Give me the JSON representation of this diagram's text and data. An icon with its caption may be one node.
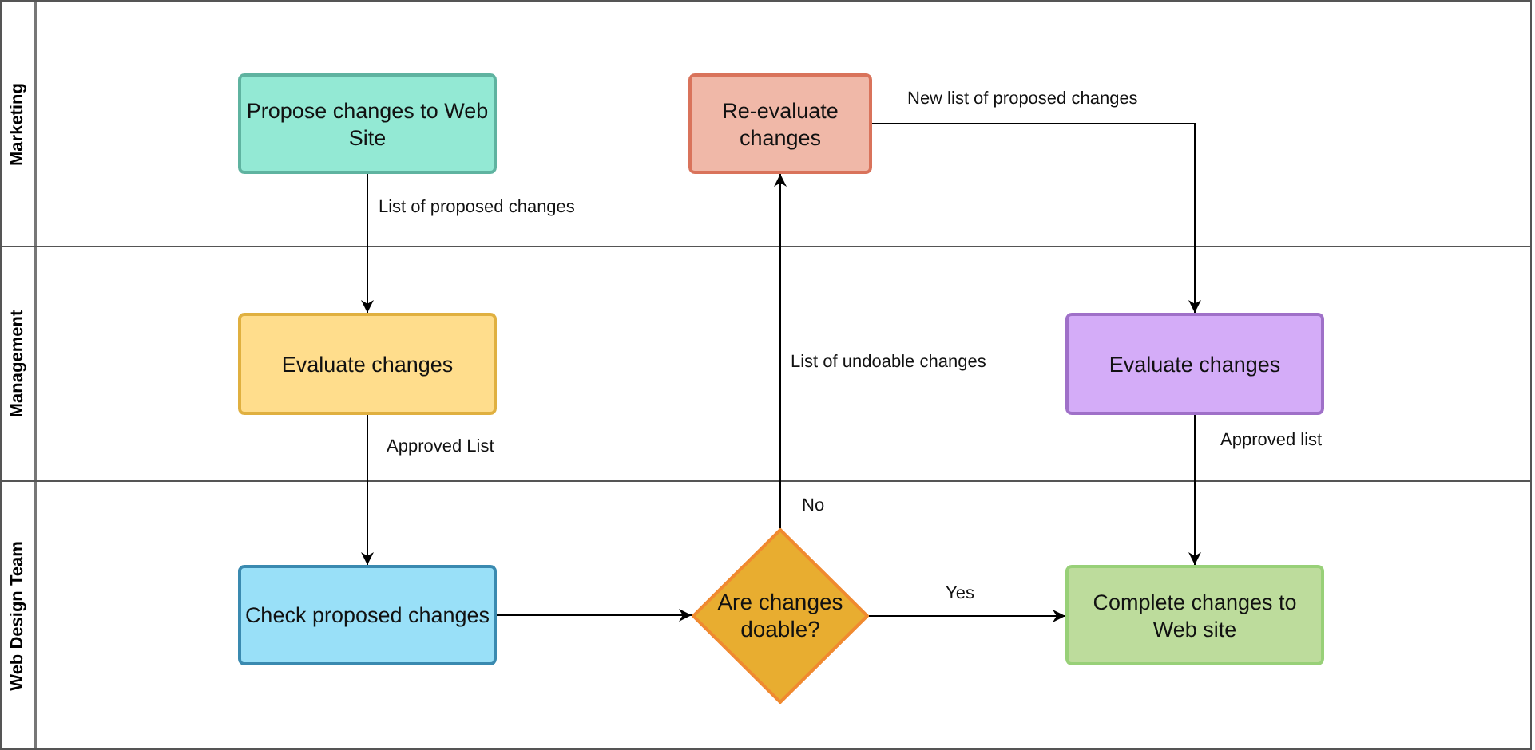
{
  "diagram": {
    "nodes": [
      {
        "text": [
          "Marketing"
        ]
      },
      {
        "text": [
          "Propose changes to Web Site"
        ],
        "in": 0
      },
      {
        "text": [
          "Re-evaluate changes"
        ],
        "in": 0
      },
      {
        "text": [
          "Management"
        ]
      },
      {
        "text": [
          "Evaluate changes"
        ],
        "in": 3
      },
      {
        "text": [
          "Evaluate changes"
        ],
        "in": 3
      },
      {
        "text": [
          "Web Design Team"
        ]
      },
      {
        "text": [
          "Check proposed changes"
        ],
        "in": 6
      },
      {
        "text": [
          "Are changes doable?"
        ],
        "in": 6
      },
      {
        "text": [
          "Complete changes to Web site"
        ],
        "in": 6
      }
    ],
    "edges": [
      {
        "from": 1,
        "to": 4,
        "arrow": "to",
        "label": "List of proposed changes"
      },
      {
        "from": 4,
        "to": 7,
        "arrow": "to",
        "label": "Approved List"
      },
      {
        "from": 7,
        "to": 8,
        "arrow": "to"
      },
      {
        "from": 8,
        "to": 2,
        "arrow": "to",
        "label": "No"
      },
      {
        "from": 8,
        "to": 9,
        "arrow": "to",
        "label": "Yes"
      },
      {
        "from": 2,
        "to": 5,
        "arrow": "to",
        "label": "New list of proposed changes"
      },
      {
        "from": 5,
        "to": 9,
        "arrow": "to",
        "label": "Approved list"
      }
    ],
    "labels": [
      "List of undoable changes"
    ]
  }
}
